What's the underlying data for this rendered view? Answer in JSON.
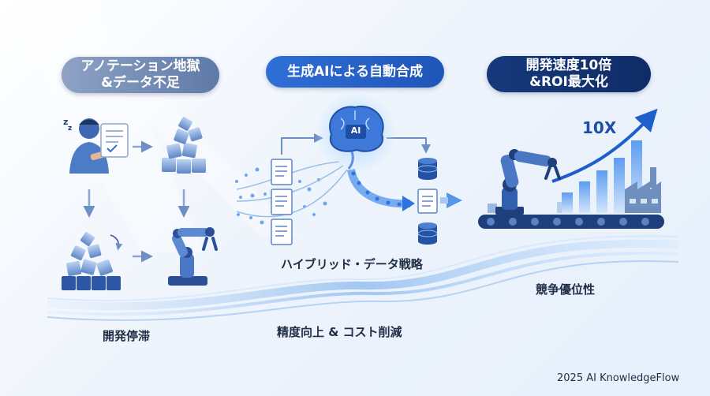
{
  "stages": {
    "left": {
      "title": "アノテーション地獄\n&データ不足",
      "caption": "開発停滞"
    },
    "middle": {
      "title": "生成AIによる自動合成",
      "caption_top": "ハイブリッド・データ戦略",
      "caption_bottom": "精度向上 & コスト削減",
      "brain_label": "AI"
    },
    "right": {
      "title": "開発速度10倍\n&ROI最大化",
      "caption": "競争優位性",
      "multiplier": "10X"
    }
  },
  "footer": {
    "brand": "2025 AI KnowledgeFlow"
  },
  "icons": [
    "sleeping-person-icon",
    "document-icon",
    "cube-pile-icon",
    "robot-arm-icon",
    "ai-brain-icon",
    "database-icon",
    "growth-chart-icon",
    "factory-icon",
    "conveyor-icon"
  ],
  "colors": {
    "accent": "#1e55b8",
    "dark_navy": "#0f2c66",
    "muted": "#7088b0"
  }
}
